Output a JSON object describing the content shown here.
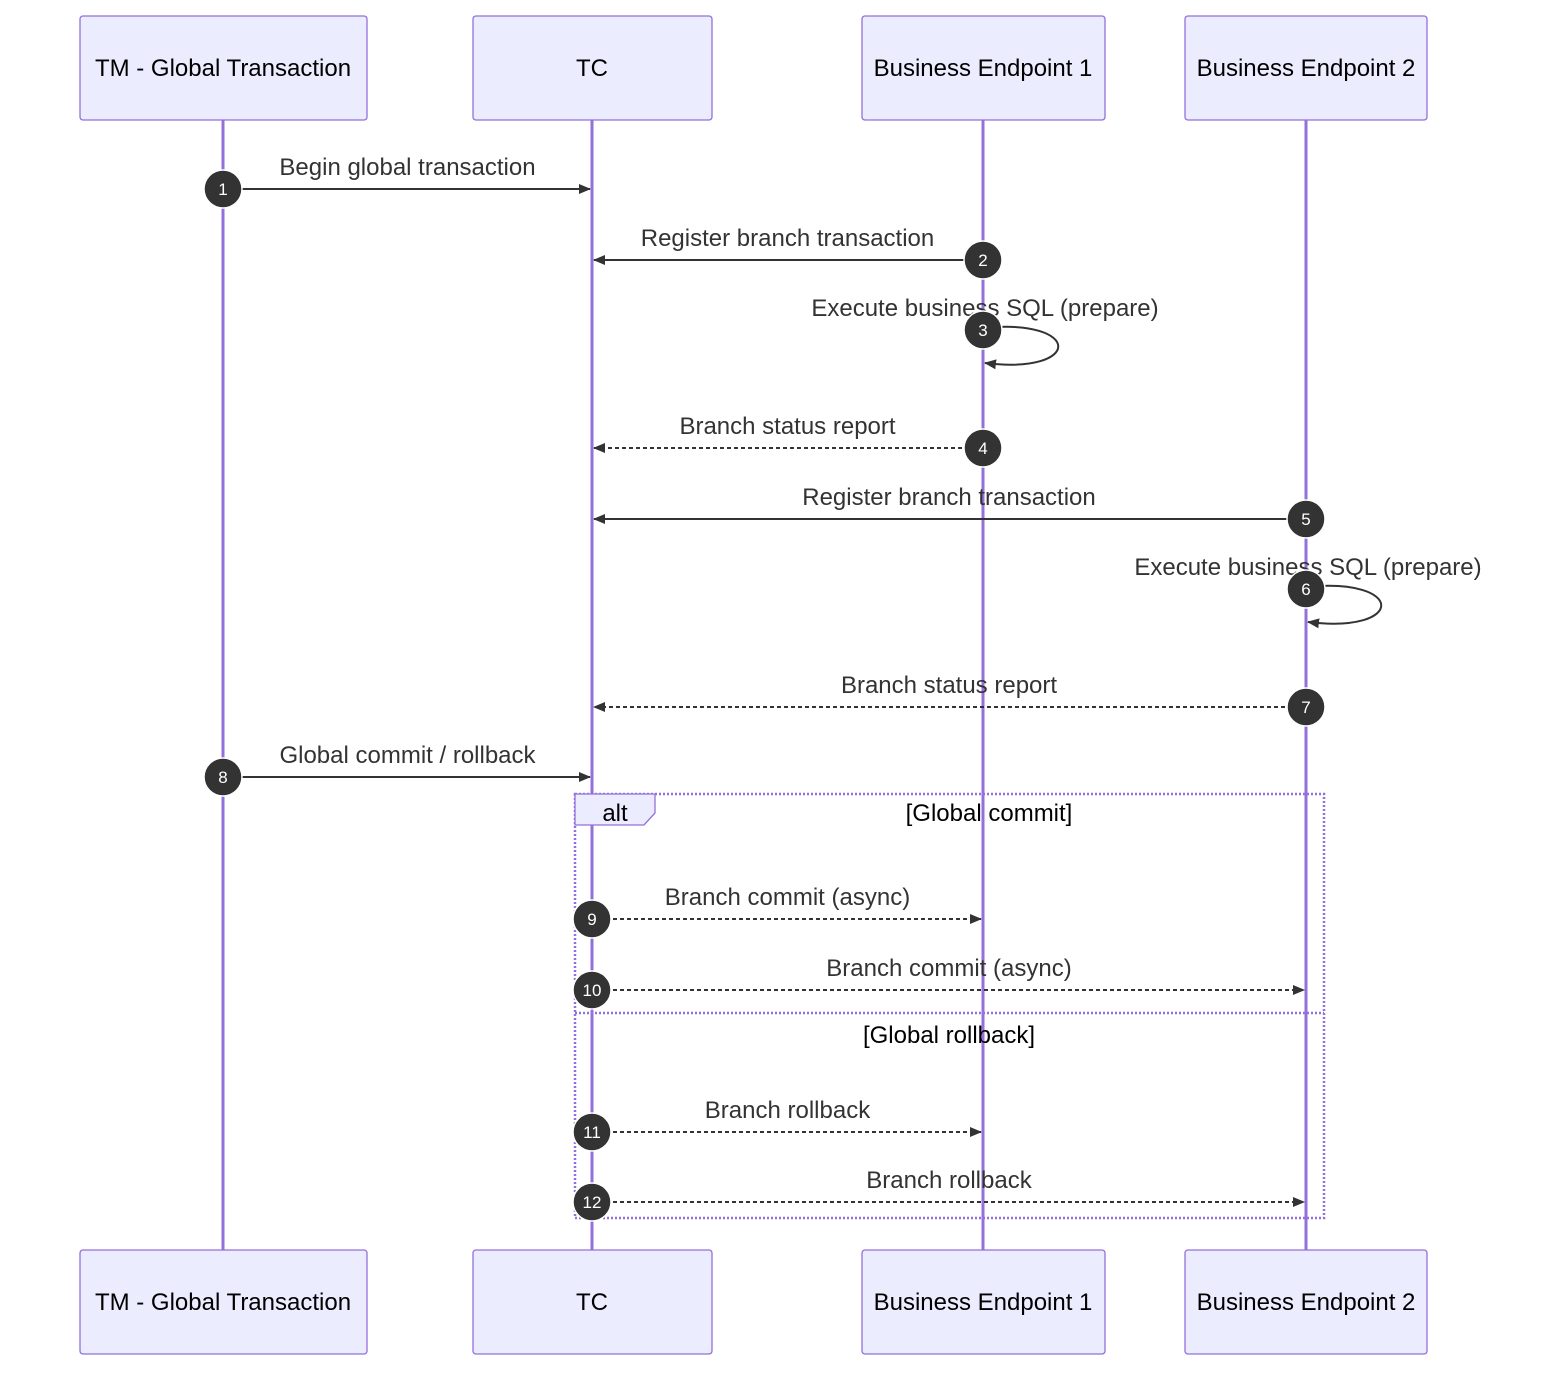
{
  "participants": [
    {
      "label": "TM - Global Transaction"
    },
    {
      "label": "TC"
    },
    {
      "label": "Business Endpoint 1"
    },
    {
      "label": "Business Endpoint 2"
    }
  ],
  "messages": [
    {
      "seq": "1",
      "label": "Begin global transaction",
      "from": 0,
      "to": 1,
      "style": "solid"
    },
    {
      "seq": "2",
      "label": "Register branch transaction",
      "from": 2,
      "to": 1,
      "style": "solid"
    },
    {
      "seq": "3",
      "label": "Execute business SQL (prepare)",
      "from": 2,
      "to": 2,
      "style": "solid"
    },
    {
      "seq": "4",
      "label": "Branch status report",
      "from": 2,
      "to": 1,
      "style": "dashed"
    },
    {
      "seq": "5",
      "label": "Register branch transaction",
      "from": 3,
      "to": 1,
      "style": "solid"
    },
    {
      "seq": "6",
      "label": "Execute business SQL (prepare)",
      "from": 3,
      "to": 3,
      "style": "solid"
    },
    {
      "seq": "7",
      "label": "Branch status report",
      "from": 3,
      "to": 1,
      "style": "dashed"
    },
    {
      "seq": "8",
      "label": "Global commit / rollback",
      "from": 0,
      "to": 1,
      "style": "solid"
    },
    {
      "seq": "9",
      "label": "Branch commit (async)",
      "from": 1,
      "to": 2,
      "style": "dashed"
    },
    {
      "seq": "10",
      "label": "Branch commit (async)",
      "from": 1,
      "to": 3,
      "style": "dashed"
    },
    {
      "seq": "11",
      "label": "Branch rollback",
      "from": 1,
      "to": 2,
      "style": "dashed"
    },
    {
      "seq": "12",
      "label": "Branch rollback",
      "from": 1,
      "to": 3,
      "style": "dashed"
    }
  ],
  "alt_block": {
    "label": "alt",
    "condition_1": "[Global commit]",
    "condition_2": "[Global rollback]"
  },
  "colors": {
    "actor_fill": "#ECECFF",
    "actor_border": "#9370DB",
    "lifeline": "#9370DB",
    "message": "#333333"
  }
}
